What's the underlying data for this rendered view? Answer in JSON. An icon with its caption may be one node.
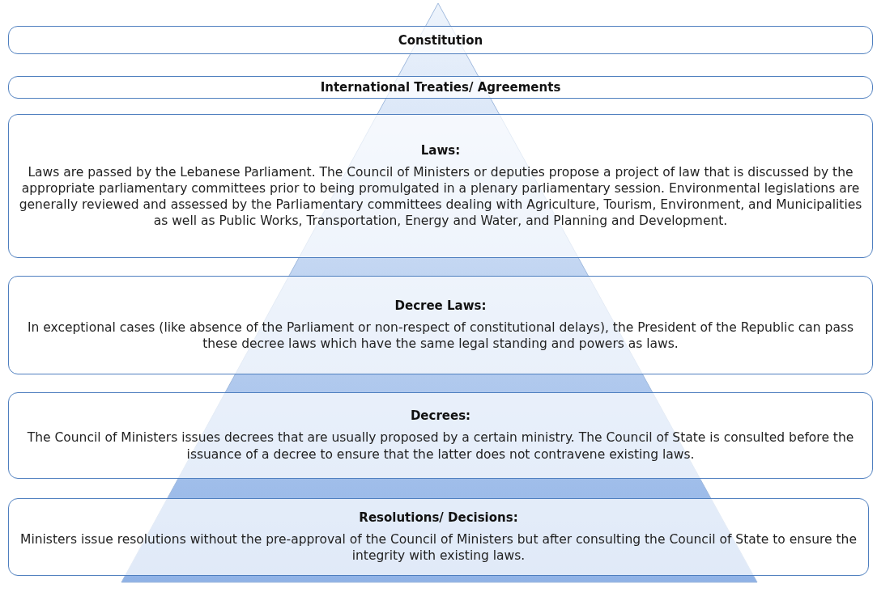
{
  "diagram": {
    "nodes": [
      {
        "text": [
          "Constitution"
        ]
      },
      {
        "text": [
          "International Treaties/ Agreements"
        ]
      },
      {
        "text": [
          "Laws:",
          "Laws are passed by the Lebanese Parliament. The Council of Ministers or deputies propose a project of law that is discussed by the appropriate parliamentary committees prior to being promulgated in a plenary parliamentary session. Environmental legislations are generally reviewed and assessed by the Parliamentary committees dealing with Agriculture, Tourism, Environment, and Municipalities as well as Public Works, Transportation, Energy and Water, and Planning and Development."
        ]
      },
      {
        "text": [
          "Decree Laws:",
          "In exceptional cases (like absence of the Parliament or non-respect of constitutional delays), the President of the Republic can pass these decree laws which have the same legal standing and powers as laws."
        ]
      },
      {
        "text": [
          "Decrees:",
          "The Council of Ministers issues decrees that are usually proposed by a certain ministry. The Council of State is consulted before the issuance of a decree to ensure that the latter does not contravene existing laws."
        ]
      },
      {
        "text": [
          "Resolutions/ Decisions:",
          "Ministers issue resolutions without the pre-approval of the Council of Ministers but after consulting the Council of State to ensure the integrity with existing laws."
        ]
      }
    ],
    "edges": []
  }
}
